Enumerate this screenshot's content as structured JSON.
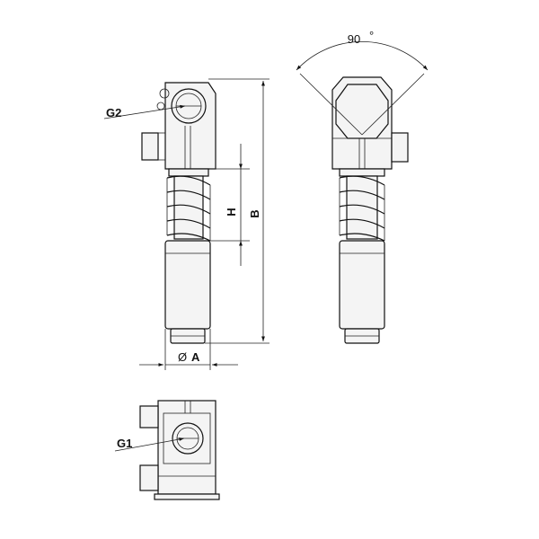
{
  "labels": {
    "g2": "G2",
    "g1": "G1",
    "h": "H",
    "b": "B",
    "dia_symbol": "Ø",
    "a": "A",
    "angle": "90",
    "degree": "°"
  },
  "colors": {
    "line": "#111111",
    "fill": "#f4f4f4",
    "background": "#ffffff"
  }
}
